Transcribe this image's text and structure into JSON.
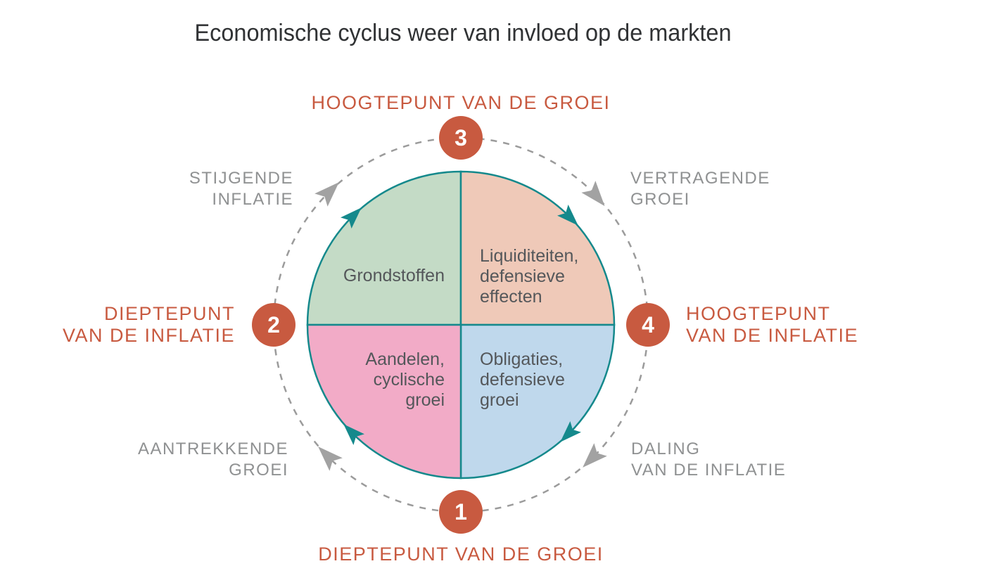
{
  "title": "Economische cyclus weer van invloed op de markten",
  "colors": {
    "orange": "#c85a40",
    "teal": "#15898c",
    "gray_label": "#8f9192",
    "gray_arrow": "#a2a2a2",
    "dashed_line": "#9b9b9b",
    "quadrant_text": "#54575a",
    "title_text": "#303234",
    "white": "#ffffff"
  },
  "stages": [
    {
      "number": "1",
      "position": "bottom",
      "lines": [
        "DIEPTEPUNT VAN DE GROEI"
      ]
    },
    {
      "number": "2",
      "position": "left",
      "lines": [
        "DIEPTEPUNT",
        "VAN DE INFLATIE"
      ]
    },
    {
      "number": "3",
      "position": "top",
      "lines": [
        "HOOGTEPUNT VAN DE GROEI"
      ]
    },
    {
      "number": "4",
      "position": "right",
      "lines": [
        "HOOGTEPUNT",
        "VAN DE INFLATIE"
      ]
    }
  ],
  "transitions": [
    {
      "position": "top-left",
      "lines": [
        "STIJGENDE",
        "INFLATIE"
      ]
    },
    {
      "position": "top-right",
      "lines": [
        "VERTRAGENDE",
        "GROEI"
      ]
    },
    {
      "position": "bottom-right",
      "lines": [
        "DALING",
        "VAN DE INFLATIE"
      ]
    },
    {
      "position": "bottom-left",
      "lines": [
        "AANTREKKENDE",
        "GROEI"
      ]
    }
  ],
  "quadrants": [
    {
      "position": "top-left",
      "color": "#c4dbc6",
      "lines": [
        "Grondstoffen"
      ]
    },
    {
      "position": "top-right",
      "color": "#efc9b8",
      "lines": [
        "Liquiditeiten,",
        "defensieve",
        "effecten"
      ]
    },
    {
      "position": "bottom-left",
      "color": "#f2abc7",
      "lines": [
        "Aandelen,",
        "cyclische",
        "groei"
      ]
    },
    {
      "position": "bottom-right",
      "color": "#bfd8ec",
      "lines": [
        "Obligaties,",
        "defensieve",
        "groei"
      ]
    }
  ]
}
